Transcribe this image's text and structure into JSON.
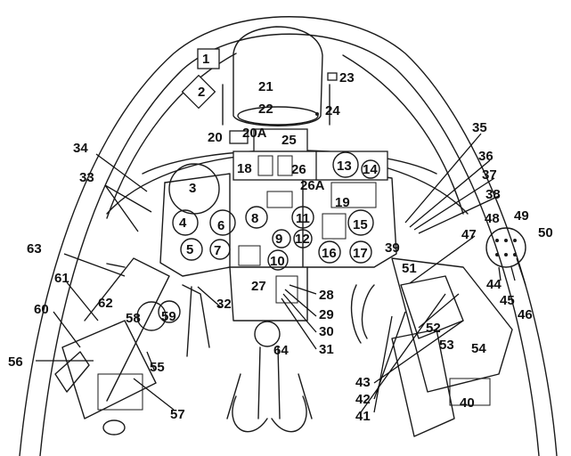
{
  "callouts": {
    "c1": "1",
    "c2": "2",
    "c3": "3",
    "c4": "4",
    "c5": "5",
    "c6": "6",
    "c7": "7",
    "c8": "8",
    "c9": "9",
    "c10": "10",
    "c11": "11",
    "c12": "12",
    "c13": "13",
    "c14": "14",
    "c15": "15",
    "c16": "16",
    "c17": "17",
    "c18": "18",
    "c19": "19",
    "c20": "20",
    "c20a": "20A",
    "c21": "21",
    "c22": "22",
    "c23": "23",
    "c24": "24",
    "c25": "25",
    "c26": "26",
    "c26a": "26A",
    "c27": "27",
    "c28": "28",
    "c29": "29",
    "c30": "30",
    "c31": "31",
    "c32": "32",
    "c33": "33",
    "c34": "34",
    "c35": "35",
    "c36": "36",
    "c37": "37",
    "c38": "38",
    "c39": "39",
    "c40": "40",
    "c41": "41",
    "c42": "42",
    "c43": "43",
    "c44": "44",
    "c45": "45",
    "c46": "46",
    "c47": "47",
    "c48": "48",
    "c49": "49",
    "c50": "50",
    "c51": "51",
    "c52": "52",
    "c53": "53",
    "c54": "54",
    "c55": "55",
    "c56": "56",
    "c57": "57",
    "c58": "58",
    "c59": "59",
    "c60": "60",
    "c61": "61",
    "c62": "62",
    "c63": "63",
    "c64": "64"
  }
}
